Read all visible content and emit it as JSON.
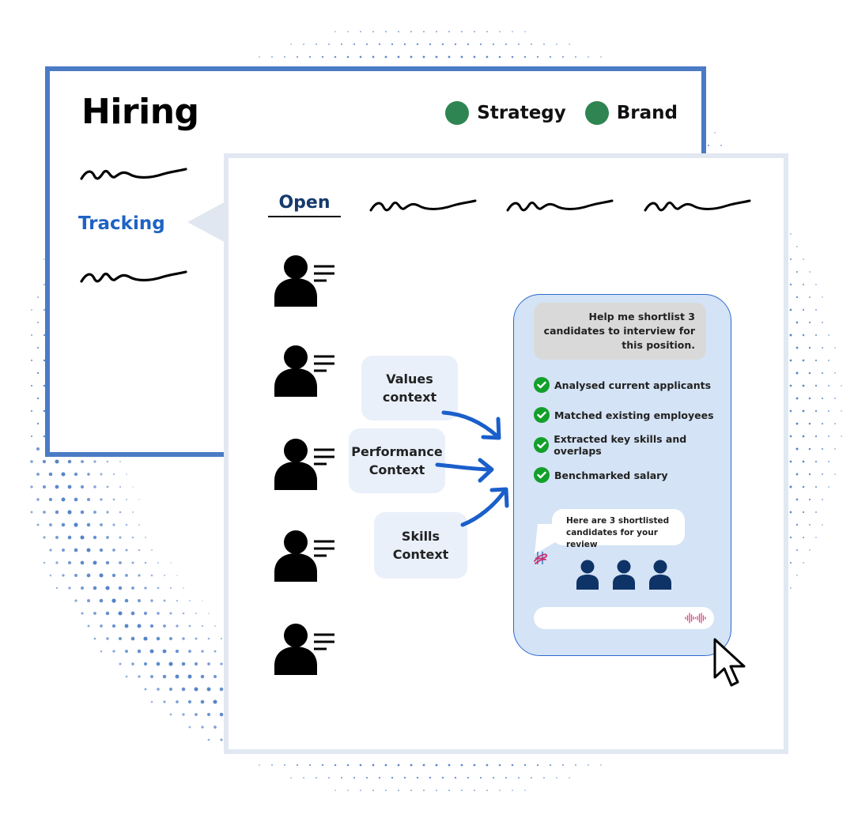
{
  "back_card": {
    "title": "Hiring",
    "tags": [
      {
        "label": "Strategy",
        "color": "#2e8552"
      },
      {
        "label": "Brand",
        "color": "#2e8552"
      }
    ],
    "nav": {
      "active_label": "Tracking",
      "active_color": "#1e63c4",
      "placeholders": [
        "scribble",
        "scribble"
      ]
    },
    "border_color": "#4a7bc4"
  },
  "front_card": {
    "tabs": [
      {
        "label": "Open",
        "active": true
      },
      {
        "label": "scribble",
        "active": false
      },
      {
        "label": "scribble",
        "active": false
      },
      {
        "label": "scribble",
        "active": false
      }
    ],
    "candidate_icon_count": 5,
    "context_sources": [
      {
        "line1": "Values",
        "line2": "context"
      },
      {
        "line1": "Performance",
        "line2": "Context"
      },
      {
        "line1": "Skills",
        "line2": "Context"
      }
    ],
    "arrow_color": "#1a5fca"
  },
  "assistant": {
    "prompt": [
      "Help me shortlist 3",
      "candidates to interview for",
      "this position."
    ],
    "steps": [
      "Analysed current applicants",
      "Matched existing employees",
      "Extracted key skills and overlaps",
      "Benchmarked salary"
    ],
    "reply": [
      "Here are 3 shortlisted",
      "candidates for your review"
    ],
    "shortlisted_count": 3,
    "input_placeholder": "",
    "icons": {
      "check": "check-circle-icon",
      "mic": "audio-wave-icon",
      "logo": "ai-logo-icon",
      "avatar": "person-icon"
    },
    "colors": {
      "panel": "#d4e3f5",
      "check": "#13a02a",
      "avatar": "#0e3366",
      "wave": "#d6497f"
    }
  }
}
